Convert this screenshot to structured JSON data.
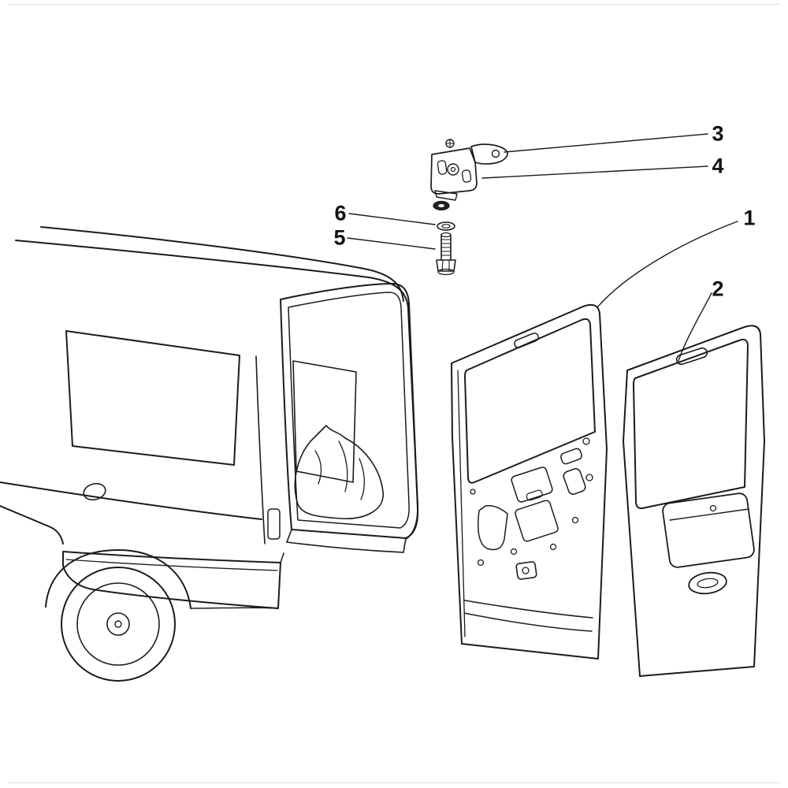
{
  "page": {
    "background": "#ffffff",
    "line_color": "#1b1b1b",
    "callout_color": "#111111"
  },
  "diagram": {
    "type": "exploded-parts-diagram",
    "subject": "van-rear-doors-and-hinge",
    "callouts": [
      {
        "label": "1",
        "part": "inner-rear-door-panel"
      },
      {
        "label": "2",
        "part": "outer-rear-door-panel"
      },
      {
        "label": "3",
        "part": "hinge-arm"
      },
      {
        "label": "4",
        "part": "hinge-bracket"
      },
      {
        "label": "5",
        "part": "bolt"
      },
      {
        "label": "6",
        "part": "washer"
      }
    ]
  }
}
